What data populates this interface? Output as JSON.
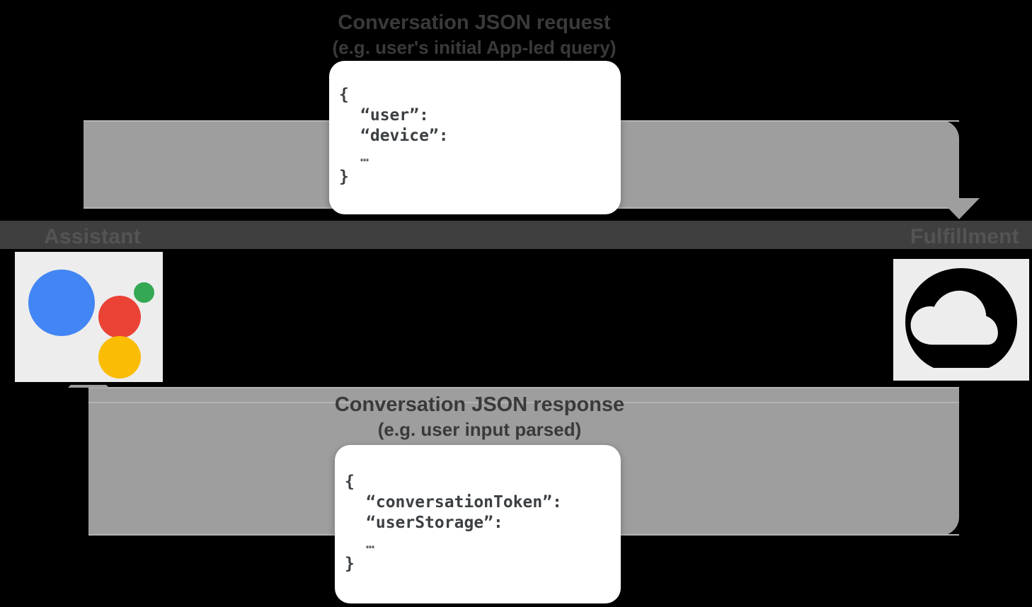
{
  "diagram": {
    "title": "Google Assistant conversation flow",
    "background_color": "#000000",
    "arrow_color": "#9e9e9e"
  },
  "nodes": {
    "left": {
      "label": "Assistant",
      "icon": "google-assistant-logo",
      "tile_color": "#ededed",
      "dots": [
        {
          "name": "blue-dot",
          "color": "#4285f4"
        },
        {
          "name": "red-dot",
          "color": "#ea4335"
        },
        {
          "name": "green-dot",
          "color": "#34a853"
        },
        {
          "name": "yellow-dot",
          "color": "#fbbc04"
        }
      ]
    },
    "right": {
      "label": "Fulfillment",
      "icon": "cloud-icon",
      "tile_color": "#ededed",
      "icon_color": "#000000"
    }
  },
  "flows": {
    "request": {
      "caption_primary": "Conversation JSON request",
      "caption_secondary": "(e.g. user's initial App-led query)",
      "direction": "left-to-right",
      "json": {
        "open_brace": "{",
        "keys": [
          "“user”:",
          "“device”:"
        ],
        "ellipsis": "…",
        "close_brace": "}"
      }
    },
    "response": {
      "caption_primary": "Conversation JSON response",
      "caption_secondary": "(e.g. user input parsed)",
      "direction": "right-to-left",
      "json": {
        "open_brace": "{",
        "keys": [
          "“conversationToken”:",
          "“userStorage”:"
        ],
        "ellipsis": "…",
        "close_brace": "}"
      }
    }
  }
}
